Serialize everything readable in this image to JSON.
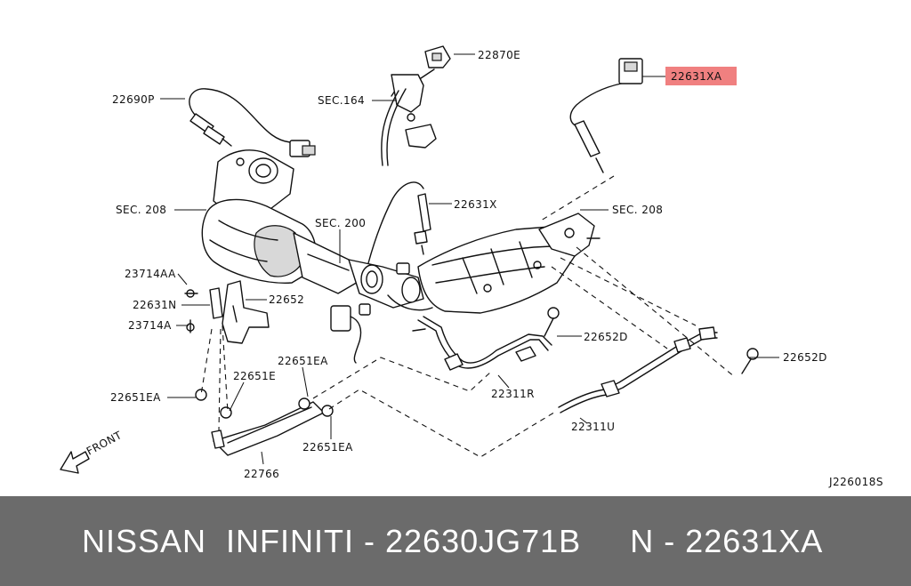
{
  "diagram": {
    "labels": {
      "l_22870E": "22870E",
      "l_22631XA": "22631XA",
      "l_22690P": "22690P",
      "l_SEC164": "SEC.164",
      "l_22631X": "22631X",
      "l_SEC208_left": "SEC. 208",
      "l_SEC200": "SEC. 200",
      "l_SEC208_right": "SEC. 208",
      "l_23714AA": "23714AA",
      "l_22631N": "22631N",
      "l_22652": "22652",
      "l_23714A": "23714A",
      "l_22652D_mid": "22652D",
      "l_22651EA_top": "22651EA",
      "l_22652D_right": "22652D",
      "l_22651E": "22651E",
      "l_22651EA_left": "22651EA",
      "l_22311R": "22311R",
      "l_22311U": "22311U",
      "l_22651EA_bottom": "22651EA",
      "l_22766": "22766",
      "l_front": "FRONT",
      "l_code": "J226018S"
    },
    "highlight_color": "#f08080"
  },
  "banner": {
    "text": "NISSAN  INFINITI - 22630JG71B     N - 22631XA",
    "background": "#6b6b6b",
    "text_color": "#ffffff"
  }
}
